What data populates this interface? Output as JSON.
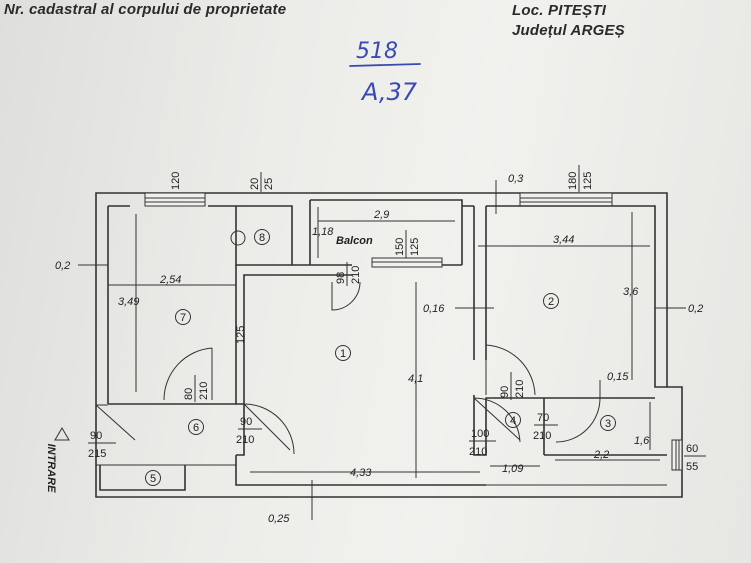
{
  "header": {
    "left": "Nr. cadastral al corpului de proprietate",
    "locality": "Loc. PITEȘTI",
    "county": "Județul ARGEȘ"
  },
  "handwritten": {
    "top": "518",
    "bottom": "A,37"
  },
  "rooms": [
    "1",
    "2",
    "3",
    "4",
    "5",
    "6",
    "7",
    "8"
  ],
  "balcony_label": "Balcon",
  "entrance_label": "INTRARE",
  "dimensions": {
    "room7_width": "2,54",
    "room7_length": "3,49",
    "wall_left": "0,2",
    "balcony_width": "2,9",
    "balcony_depth": "1,18",
    "room2_width": "3,44",
    "room2_length": "3,6",
    "wall_right": "0,2",
    "wall_top": "0,3",
    "room1_length": "4,1",
    "room1_width": "4,33",
    "partition": "0,16",
    "room3_wall": "0,15",
    "room3_width": "2,2",
    "room3_length": "1,6",
    "hall_width": "1,09",
    "wall_bottom": "0,25",
    "wall_125": "125"
  },
  "openings": {
    "win7_width": "120",
    "win8_top": "20",
    "win8_bottom": "25",
    "win2_top": "180",
    "win2_bottom": "125",
    "balc_win_top": "150",
    "balc_win_bottom": "125",
    "balc_door_top": "98",
    "balc_door_bottom": "210",
    "door7_top": "80",
    "door7_bottom": "210",
    "door6_top": "90",
    "door6_bottom": "210",
    "entry_top": "90",
    "entry_bottom": "215",
    "door2_top": "90",
    "door2_bottom": "210",
    "door3_top": "70",
    "door3_bottom": "210",
    "door4_top": "100",
    "door4_bottom": "210",
    "win3_top": "60",
    "win3_bottom": "55"
  }
}
